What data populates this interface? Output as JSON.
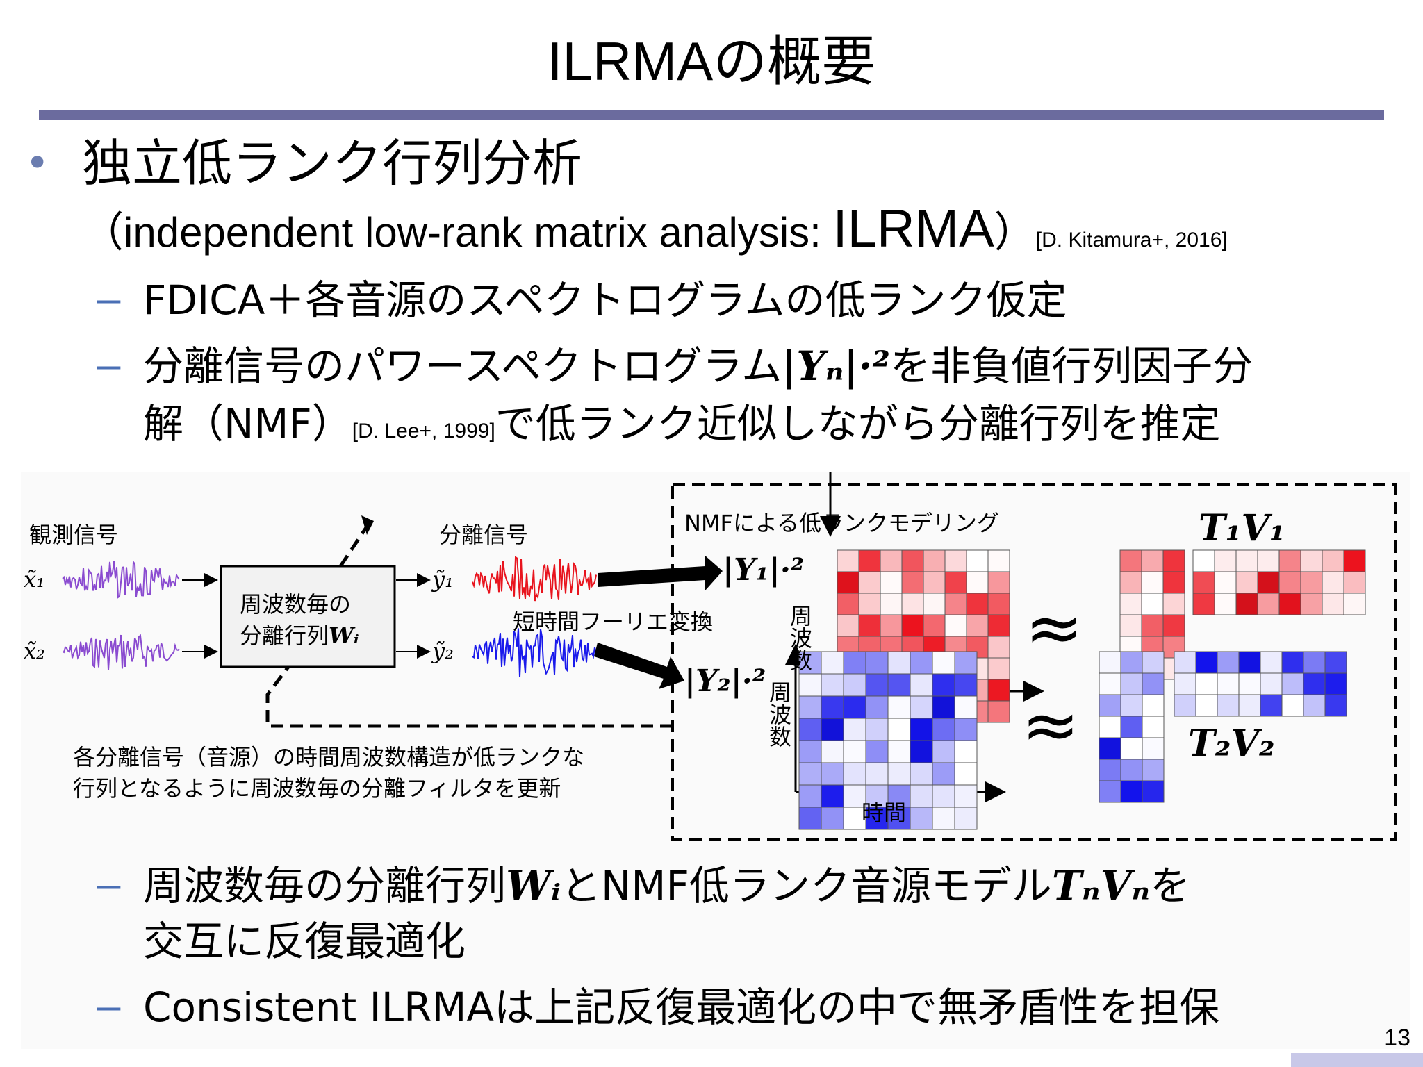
{
  "slide": {
    "title": "ILRMAの概要",
    "page_number": "13"
  },
  "bullet1": {
    "marker": "•",
    "text": "独立低ランク行列分析",
    "sub_text": "（independent low-rank matrix analysis: ",
    "sub_acronym": "ILRMA",
    "sub_close": "）",
    "citation": "[D. Kitamura+, 2016]"
  },
  "sub_items": {
    "dash": "–",
    "item1": "FDICA＋各音源のスペクトログラムの低ランク仮定",
    "item2_a": "分離信号のパワースペクトログラム",
    "item2_math": "|Yₙ|·²",
    "item2_b": "を非負値行列因子分",
    "item2_c": "解（NMF）",
    "item2_cite": "[D. Lee+, 1999]",
    "item2_d": "で低ランク近似しながら分離行列を推定",
    "item3_a": "周波数毎の分離行列",
    "item3_math1": "Wᵢ",
    "item3_b": "とNMF低ランク音源モデル",
    "item3_math2": "TₙVₙ",
    "item3_c": "を",
    "item3_d": "交互に反復最適化",
    "item4": "Consistent ILRMAは上記反復最適化の中で無矛盾性を担保"
  },
  "figure": {
    "observed_label": "観測信号",
    "x1": "x̃₁",
    "x2": "x̃₂",
    "box_line1": "周波数毎の",
    "box_line2": "分離行列",
    "box_math": "Wᵢ",
    "separated_label": "分離信号",
    "y1": "ỹ₁",
    "y2": "ỹ₂",
    "stft_label": "短時間フーリエ変換",
    "Y1": "|Y₁|·²",
    "Y2": "|Y₂|·²",
    "nmf_label": "NMFによる低ランクモデリング",
    "freq_axis": "周波数",
    "time_axis": "時間",
    "approx": "≈",
    "T1V1": "T₁V₁",
    "T2V2": "T₂V₂",
    "caption_line1": "各分離信号（音源）の時間周波数構造が低ランクな",
    "caption_line2": "行列となるように周波数毎の分離フィルタを更新",
    "colors": {
      "red": "#e8141e",
      "blue": "#1a1aeb",
      "purple": "#8a4bd0"
    }
  }
}
